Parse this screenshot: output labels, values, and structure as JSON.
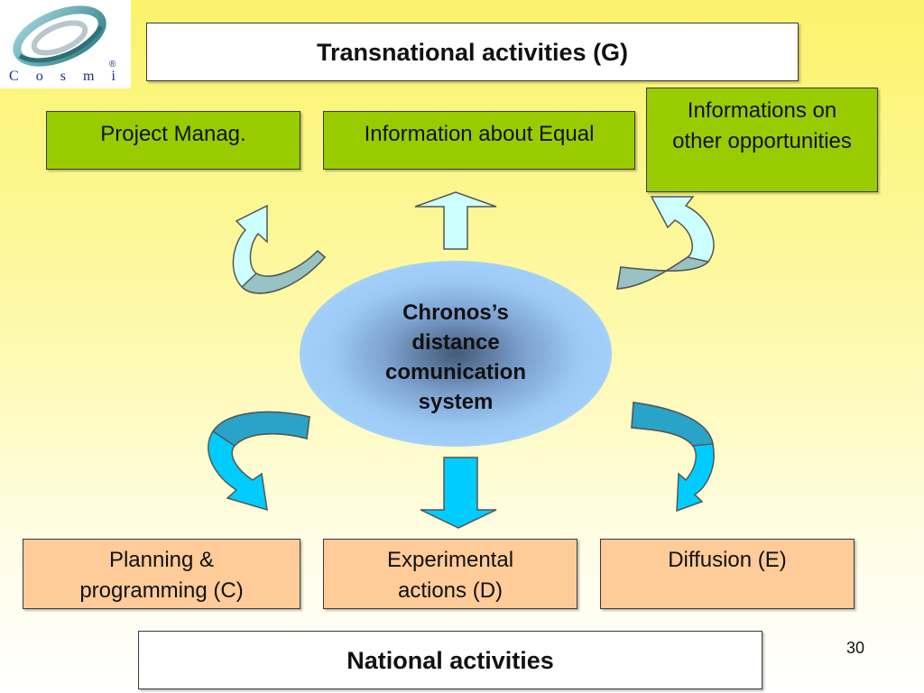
{
  "logo": {
    "letters": [
      "C",
      "o",
      "s",
      "m",
      "i"
    ],
    "registered_mark": "®"
  },
  "header": {
    "title": "Transnational activities (G)"
  },
  "top_boxes": [
    {
      "label": "Project Manag."
    },
    {
      "label": "Information about Equal"
    },
    {
      "label_line1": "Informations on",
      "label_line2": "other opportunities"
    }
  ],
  "center": {
    "line1": "Chronos’s",
    "line2": "distance",
    "line3": "comunication",
    "line4": "system"
  },
  "bottom_boxes": [
    {
      "label_line1": "Planning &",
      "label_line2": "programming (C)"
    },
    {
      "label_line1": "Experimental",
      "label_line2": "actions (D)"
    },
    {
      "label": "Diffusion (E)"
    }
  ],
  "footer": {
    "title": "National activities"
  },
  "page_number": "30",
  "colors": {
    "top_box": "#99cc00",
    "bottom_box": "#ffcc99",
    "ellipse": "#99ccff",
    "up_arrows": "#ccffff",
    "down_arrows": "#00ccff"
  }
}
